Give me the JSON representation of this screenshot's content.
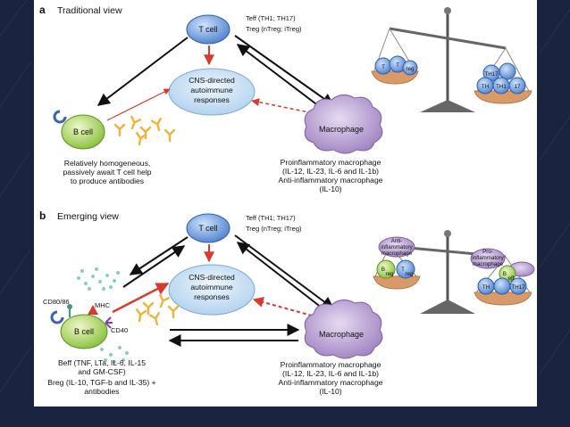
{
  "colors": {
    "slide_bg": "#1a2340",
    "tcell": "#5b8fd6",
    "bcell": "#9fd04a",
    "macrophage": "#a98cc7",
    "cns": "#bcd9f2",
    "red_arrow": "#d73a2e",
    "antibody": "#f2b23a"
  },
  "panel_a": {
    "letter": "a",
    "title": "Traditional view",
    "tcell": "T cell",
    "teff_line": "Teff (TH1; TH17)",
    "treg_line": "Treg (nTreg; iTreg)",
    "cns_line1": "CNS-directed",
    "cns_line2": "autoimmune",
    "cns_line3": "responses",
    "bcell": "B cell",
    "macrophage": "Macrophage",
    "bcell_caption": [
      "Relatively homogeneous,",
      "passively await T cell help",
      "to produce antibodies"
    ],
    "mac_caption": [
      "Proinflammatory macrophage",
      "(IL-12, IL-23, IL-6 and IL-1b)",
      "Anti-inflammatory macrophage",
      "(IL-10)"
    ],
    "scale_left": [
      "T",
      "T",
      "reg"
    ],
    "scale_right": [
      "TH17",
      "TH",
      "TH1",
      "17"
    ]
  },
  "panel_b": {
    "letter": "b",
    "title": "Emerging view",
    "tcell": "T cell",
    "teff_line": "Teff (TH1; TH17)",
    "treg_line": "Treg (nTreg; iTreg)",
    "cns_line1": "CNS-directed",
    "cns_line2": "autoimmune",
    "cns_line3": "responses",
    "bcell": "B cell",
    "macrophage": "Macrophage",
    "cd80": "CD80/86",
    "mhc": "MHC",
    "cd40": "CD40",
    "bcell_caption": [
      "Beff (TNF, LTa, IL-6, IL-15",
      "and GM-CSF)",
      "Breg (IL-10, TGF-b and IL-35) +",
      "antibodies"
    ],
    "mac_caption": [
      "Proinflammatory macrophage",
      "(IL-12, IL-23, IL-6 and IL-1b)",
      "Anti-inflammatory macrophage",
      "(IL-10)"
    ],
    "scale_left_label": [
      "Anti-",
      "inflammatory",
      "macrophage"
    ],
    "scale_right_label": [
      "Pro-",
      "inflammatory",
      "macrophage"
    ],
    "scale_left_cells": [
      "B",
      "reg",
      "T",
      "reg"
    ],
    "scale_right_cells": [
      "B",
      "eff",
      "TH",
      "TH17"
    ]
  }
}
